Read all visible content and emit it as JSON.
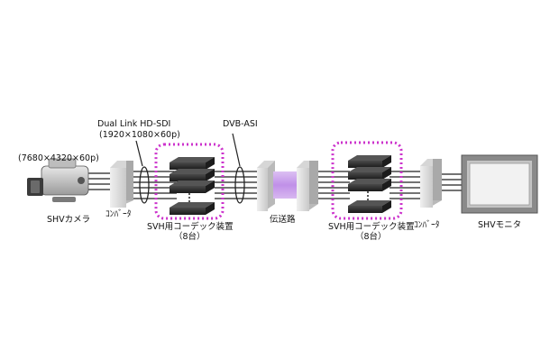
{
  "labels": {
    "camera_spec": "(7680×4320×60p)",
    "link_name": "Dual Link HD-SDI",
    "link_format": "(1920×1080×60p)",
    "asi_name": "DVB-ASI",
    "camera": "SHVカメラ",
    "converter_left": "ｺﾝﾊﾞｰﾀ",
    "codec_left": "SVH用コーデック装置",
    "codec_left_count": "（8台）",
    "channel": "伝送路",
    "codec_right": "SVH用コーデック装置",
    "codec_right_count": "（8台）",
    "converter_right": "ｺﾝﾊﾞｰﾀ",
    "monitor": "SHVモニタ"
  },
  "colors": {
    "line": "#222222",
    "dashed_group": "#cc33cc",
    "channel_fill": "#c9a0e8",
    "box_face": "#e4e4e4",
    "box_side": "#b9b9b9",
    "codec_body": "#2b2b2b",
    "monitor_frame": "#8a8a8a",
    "monitor_screen": "#f2f2f2"
  },
  "icons": [
    "camera-icon",
    "converter-box",
    "codec-unit",
    "transmission-channel",
    "monitor-icon"
  ]
}
